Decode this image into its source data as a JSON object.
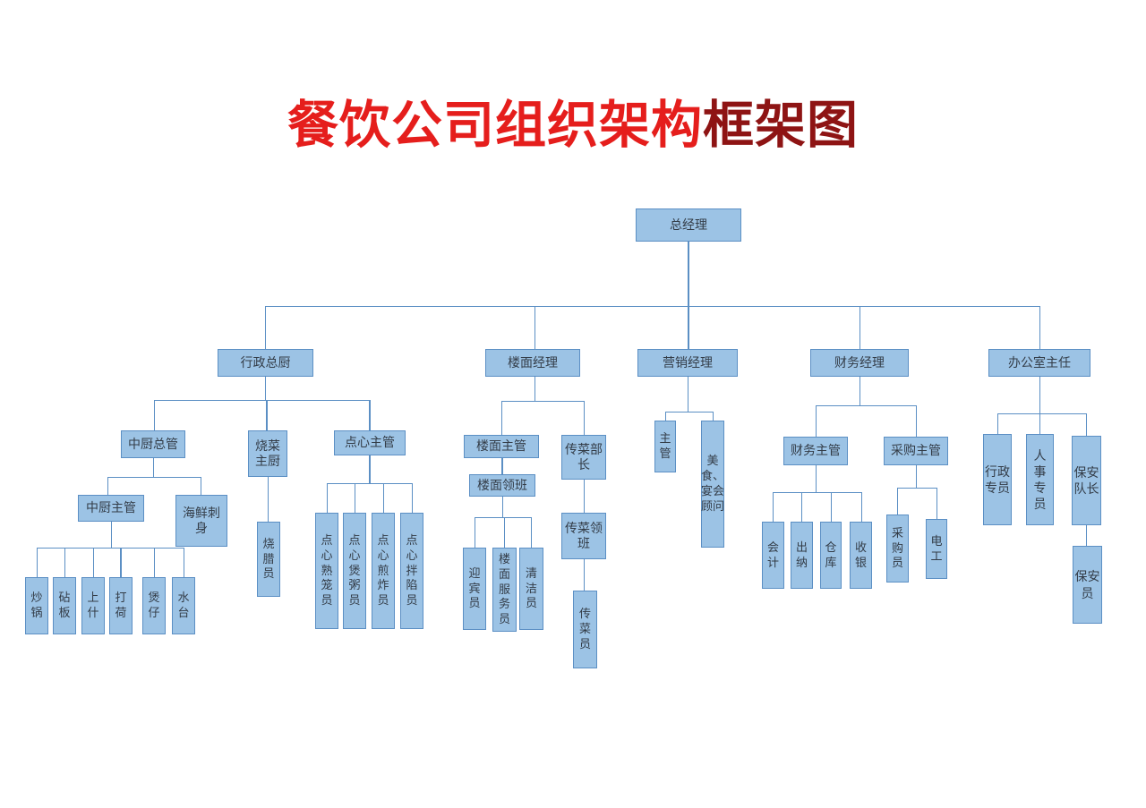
{
  "title": {
    "part1": "餐饮公司组织架构",
    "part2": "框架图"
  },
  "colors": {
    "title_red": "#e51e1c",
    "title_dark_red": "#8e1414",
    "box_fill": "#9cc3e5",
    "box_border": "#5b8fc4",
    "connector": "#5b8fc4",
    "background": "#ffffff"
  },
  "nodes": {
    "zong": {
      "label": "总经理"
    },
    "xingzheng_zongchu": {
      "label": "行政总厨"
    },
    "loumian_jingli": {
      "label": "楼面经理"
    },
    "yingxiao_jingli": {
      "label": "营销经理"
    },
    "caiwu_jingli": {
      "label": "财务经理"
    },
    "bangongshi_zhuren": {
      "label": "办公室主任"
    },
    "zhongchu_zongguan": {
      "label": "中厨总管"
    },
    "shaocai_zhuchu": {
      "label": "烧菜\n主厨"
    },
    "dianxin_zhuguan": {
      "label": "点心主管"
    },
    "zhongchu_zhuguan": {
      "label": "中厨主管"
    },
    "haixian_cishen": {
      "label": "海鲜刺\n身"
    },
    "chaoguo": {
      "label": "炒锅"
    },
    "zhenban": {
      "label": "砧板"
    },
    "shangshi": {
      "label": "上什"
    },
    "dahe": {
      "label": "打荷"
    },
    "baozai": {
      "label": "煲仔"
    },
    "shuitai": {
      "label": "水台"
    },
    "shaola_yuan": {
      "label": "烧腊员"
    },
    "dx_shulong": {
      "label": "点心熟笼员"
    },
    "dx_baozhou": {
      "label": "点心煲粥员"
    },
    "dx_jianzha": {
      "label": "点心煎炸员"
    },
    "dx_banxian": {
      "label": "点心拌陷员"
    },
    "loumian_zhuguan": {
      "label": "楼面主管"
    },
    "chuancai_buzhang": {
      "label": "传菜部\n长"
    },
    "loumian_lingban": {
      "label": "楼面领班"
    },
    "yingbin_yuan": {
      "label": "迎宾员"
    },
    "loumian_fuwuyuan": {
      "label": "楼面服务员"
    },
    "qingjie_yuan": {
      "label": "清洁员"
    },
    "chuancai_lingban": {
      "label": "传菜领\n班"
    },
    "chuancai_yuan": {
      "label": "传菜员"
    },
    "yingxiao_zhuguan": {
      "label": "主管"
    },
    "meishi_yanhui_guwen": {
      "label": "美食、宴会顾问"
    },
    "caiwu_zhuguan": {
      "label": "财务主管"
    },
    "caigou_zhuguan": {
      "label": "采购主管"
    },
    "kuaiji": {
      "label": "会计"
    },
    "chuna": {
      "label": "出纳"
    },
    "cangku": {
      "label": "仓库"
    },
    "shouyin": {
      "label": "收银"
    },
    "caigou_yuan": {
      "label": "采购员"
    },
    "diangong": {
      "label": "电工"
    },
    "xingzheng_zhuanyuan": {
      "label": "行政专员"
    },
    "renshi_zhuanyuan": {
      "label": "人事专员"
    },
    "baoan_duizhang": {
      "label": "保安队长"
    },
    "baoan_yuan": {
      "label": "保安员"
    }
  },
  "edges": [
    [
      "zong",
      "xingzheng_zongchu"
    ],
    [
      "zong",
      "loumian_jingli"
    ],
    [
      "zong",
      "yingxiao_jingli"
    ],
    [
      "zong",
      "caiwu_jingli"
    ],
    [
      "zong",
      "bangongshi_zhuren"
    ],
    [
      "xingzheng_zongchu",
      "zhongchu_zongguan"
    ],
    [
      "xingzheng_zongchu",
      "shaocai_zhuchu"
    ],
    [
      "xingzheng_zongchu",
      "dianxin_zhuguan"
    ],
    [
      "zhongchu_zongguan",
      "zhongchu_zhuguan"
    ],
    [
      "zhongchu_zongguan",
      "haixian_cishen"
    ],
    [
      "zhongchu_zhuguan",
      "chaoguo"
    ],
    [
      "zhongchu_zhuguan",
      "zhenban"
    ],
    [
      "zhongchu_zhuguan",
      "shangshi"
    ],
    [
      "zhongchu_zhuguan",
      "dahe"
    ],
    [
      "zhongchu_zhuguan",
      "baozai"
    ],
    [
      "zhongchu_zhuguan",
      "shuitai"
    ],
    [
      "shaocai_zhuchu",
      "shaola_yuan"
    ],
    [
      "dianxin_zhuguan",
      "dx_shulong"
    ],
    [
      "dianxin_zhuguan",
      "dx_baozhou"
    ],
    [
      "dianxin_zhuguan",
      "dx_jianzha"
    ],
    [
      "dianxin_zhuguan",
      "dx_banxian"
    ],
    [
      "loumian_jingli",
      "loumian_zhuguan"
    ],
    [
      "loumian_jingli",
      "chuancai_buzhang"
    ],
    [
      "loumian_zhuguan",
      "loumian_lingban"
    ],
    [
      "loumian_lingban",
      "yingbin_yuan"
    ],
    [
      "loumian_lingban",
      "loumian_fuwuyuan"
    ],
    [
      "loumian_lingban",
      "qingjie_yuan"
    ],
    [
      "chuancai_buzhang",
      "chuancai_lingban"
    ],
    [
      "chuancai_lingban",
      "chuancai_yuan"
    ],
    [
      "yingxiao_jingli",
      "yingxiao_zhuguan"
    ],
    [
      "yingxiao_jingli",
      "meishi_yanhui_guwen"
    ],
    [
      "caiwu_jingli",
      "caiwu_zhuguan"
    ],
    [
      "caiwu_jingli",
      "caigou_zhuguan"
    ],
    [
      "caiwu_zhuguan",
      "kuaiji"
    ],
    [
      "caiwu_zhuguan",
      "chuna"
    ],
    [
      "caiwu_zhuguan",
      "cangku"
    ],
    [
      "caiwu_zhuguan",
      "shouyin"
    ],
    [
      "caigou_zhuguan",
      "caigou_yuan"
    ],
    [
      "caigou_zhuguan",
      "diangong"
    ],
    [
      "bangongshi_zhuren",
      "xingzheng_zhuanyuan"
    ],
    [
      "bangongshi_zhuren",
      "renshi_zhuanyuan"
    ],
    [
      "bangongshi_zhuren",
      "baoan_duizhang"
    ],
    [
      "baoan_duizhang",
      "baoan_yuan"
    ]
  ]
}
